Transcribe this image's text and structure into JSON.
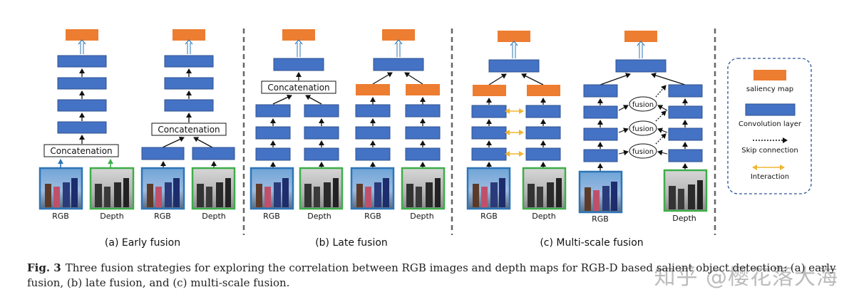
{
  "panels": {
    "early": {
      "subtitle": "(a) Early fusion",
      "left": {
        "concat_label": "Concatenation",
        "rgb_label": "RGB",
        "depth_label": "Depth"
      },
      "right": {
        "concat_label": "Concatenation",
        "rgb_label": "RGB",
        "depth_label": "Depth"
      }
    },
    "late": {
      "subtitle": "(b) Late fusion",
      "left": {
        "concat_label": "Concatenation",
        "rgb_label": "RGB",
        "depth_label": "Depth"
      },
      "right": {
        "rgb_label": "RGB",
        "depth_label": "Depth"
      }
    },
    "multi": {
      "subtitle": "(c) Multi-scale fusion",
      "left": {
        "rgb_label": "RGB",
        "depth_label": "Depth"
      },
      "right": {
        "rgb_label": "RGB",
        "depth_label": "Depth",
        "fusion_labels": [
          "fusion",
          "fusion",
          "fusion"
        ]
      }
    }
  },
  "legend": {
    "saliency_map": "saliency map",
    "convolution_layer": "Convolution layer",
    "skip_connection": "Skip connection",
    "interaction": "Interaction"
  },
  "caption": {
    "label": "Fig. 3",
    "text": "Three fusion strategies for exploring the correlation between RGB images and depth maps for RGB-D based salient object detection: (a) early fusion, (b) late fusion, and (c) multi-scale fusion."
  },
  "watermark": "知乎 @樱花落大海",
  "colors": {
    "saliency": "#ED7D31",
    "conv": "#4472C4",
    "conv_border": "#2F528F",
    "rgb_frame": "#2E75B6",
    "depth_frame": "#3DAE49",
    "interaction": "#F2B632",
    "legend_border": "#2E5597",
    "divider": "#666666"
  }
}
